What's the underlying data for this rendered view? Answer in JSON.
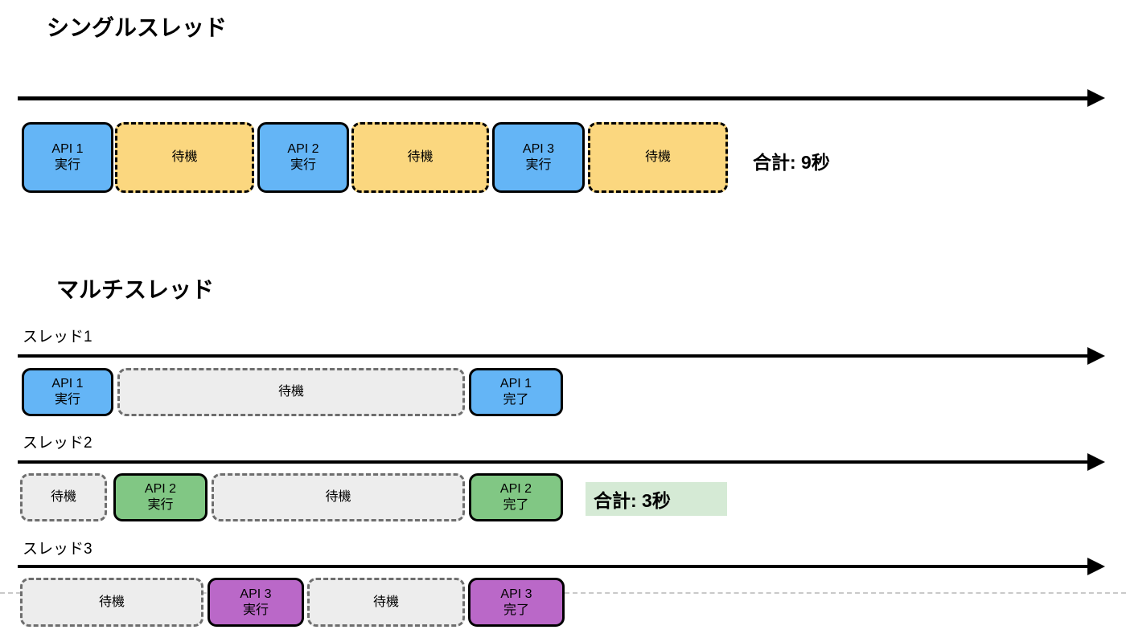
{
  "single": {
    "title": "シングルスレッド",
    "total_label": "合計: 9秒",
    "blocks": [
      {
        "line1": "API 1",
        "line2": "実行",
        "kind": "exec-blue"
      },
      {
        "line1": "待機",
        "kind": "wait-yellow"
      },
      {
        "line1": "API 2",
        "line2": "実行",
        "kind": "exec-blue"
      },
      {
        "line1": "待機",
        "kind": "wait-yellow"
      },
      {
        "line1": "API 3",
        "line2": "実行",
        "kind": "exec-blue"
      },
      {
        "line1": "待機",
        "kind": "wait-yellow"
      }
    ]
  },
  "multi": {
    "title": "マルチスレッド",
    "total_label": "合計: 3秒",
    "threads": [
      {
        "label": "スレッド1",
        "blocks": [
          {
            "line1": "API 1",
            "line2": "実行",
            "kind": "exec-blue"
          },
          {
            "line1": "待機",
            "kind": "wait-gray"
          },
          {
            "line1": "API 1",
            "line2": "完了",
            "kind": "exec-blue"
          }
        ]
      },
      {
        "label": "スレッド2",
        "blocks": [
          {
            "line1": "待機",
            "kind": "wait-gray"
          },
          {
            "line1": "API 2",
            "line2": "実行",
            "kind": "exec-green"
          },
          {
            "line1": "待機",
            "kind": "wait-gray"
          },
          {
            "line1": "API 2",
            "line2": "完了",
            "kind": "exec-green"
          }
        ]
      },
      {
        "label": "スレッド3",
        "blocks": [
          {
            "line1": "待機",
            "kind": "wait-gray"
          },
          {
            "line1": "API 3",
            "line2": "実行",
            "kind": "exec-purple"
          },
          {
            "line1": "待機",
            "kind": "wait-gray"
          },
          {
            "line1": "API 3",
            "line2": "完了",
            "kind": "exec-purple"
          }
        ]
      }
    ]
  },
  "colors": {
    "exec_blue": "#64B5F6",
    "exec_green": "#81C784",
    "exec_purple": "#BA68C8",
    "wait_yellow": "#FBD77F",
    "wait_gray": "#EDEDED",
    "wait_gray_border": "#6e6e6e",
    "total_highlight": "#D5EAD5",
    "guideline_gray": "#c9c9c9",
    "arrow_black": "#000000"
  }
}
